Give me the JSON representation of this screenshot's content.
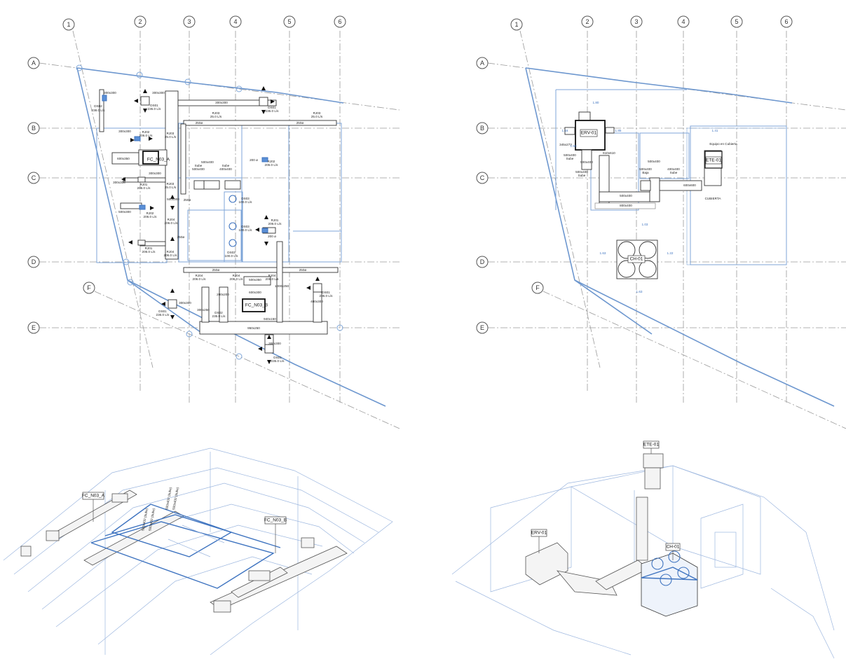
{
  "grid": {
    "columns": [
      "1",
      "2",
      "3",
      "4",
      "5",
      "6"
    ],
    "rows": [
      "A",
      "B",
      "C",
      "D",
      "F",
      "E"
    ]
  },
  "plan_left": {
    "equipment": [
      "FC_N03_A",
      "FC_N03_B"
    ],
    "diffusers": [
      {
        "id": "DS02",
        "flow": "238.0 L/s"
      },
      {
        "id": "DS01",
        "flow": "235.0 L/s"
      },
      {
        "id": "DS01",
        "flow": "235.0 L/s"
      },
      {
        "id": "DS03",
        "flow": "100.0 L/s"
      },
      {
        "id": "DS03",
        "flow": "100.0 L/s"
      },
      {
        "id": "DS03",
        "flow": "100.0 L/s"
      },
      {
        "id": "DS02",
        "flow": "235.0 L/s"
      },
      {
        "id": "DS01",
        "flow": "235.0 L/s"
      },
      {
        "id": "DS01",
        "flow": "235.0 L/s"
      },
      {
        "id": "DS01",
        "flow": "235.0 L/s"
      }
    ],
    "returns": [
      {
        "id": "RJ03",
        "flow": "25.0 L/s"
      },
      {
        "id": "RJ03",
        "flow": "25.0 L/s"
      },
      {
        "id": "RJ03",
        "flow": "25.0 L/s"
      },
      {
        "id": "RJ03",
        "flow": "25.0 L/s"
      },
      {
        "id": "RJ02",
        "flow": "206.0 L/s"
      },
      {
        "id": "RJ02",
        "flow": "206.0 L/s"
      },
      {
        "id": "RJ02",
        "flow": "206.0 L/s"
      },
      {
        "id": "RJ01",
        "flow": "206.0 L/s"
      },
      {
        "id": "RJ01",
        "flow": "206.0 L/s"
      },
      {
        "id": "RJ01",
        "flow": "206.0 L/s"
      },
      {
        "id": "RJ04",
        "flow": "206.0 L/s"
      },
      {
        "id": "RJ04",
        "flow": "206.0 L/s"
      },
      {
        "id": "RJ04",
        "flow": "206.0 L/s"
      },
      {
        "id": "RJ04",
        "flow": "206.0 L/s"
      },
      {
        "id": "RJ04",
        "flow": "206.0 L/s"
      }
    ],
    "duct_sizes": [
      "300x300",
      "300x300",
      "300x300",
      "300x300",
      "300x300",
      "500x300",
      "600x350",
      "500x350",
      "500x400",
      "500x400",
      "400x400",
      "300x300",
      "1000x250",
      "950x250",
      "600x300",
      "940x150",
      "300x250",
      "500x300",
      "400x300",
      "300x300",
      "300x300",
      "200x200"
    ],
    "duct_notes": [
      "Sube",
      "Sube",
      "250ø",
      "250ø",
      "250ø",
      "250ø",
      "250ø",
      "250ø",
      "200 ø",
      "200 ø"
    ]
  },
  "plan_right": {
    "equipment": [
      "ERV-01",
      "ETE-01",
      "CH-01"
    ],
    "sizes": [
      "345x273",
      "610x610",
      "500x400",
      "500x400",
      "500x400",
      "500x400",
      "500x400",
      "500x400",
      "400x400",
      "800x400",
      "600x600"
    ],
    "notes": [
      "Sube",
      "Sube",
      "Baja",
      "Sube",
      "Equipo en Cubierta",
      "CUBIERTA"
    ],
    "dims": [
      "1.80",
      "1.16",
      "1.85",
      "1.63",
      "1.03",
      "1.22",
      "1.63",
      "1.50",
      "1.41"
    ]
  },
  "iso_left": {
    "tags": [
      "FC_N03_A",
      "FC_N03_B"
    ],
    "notes": [
      "500x400 (Sube)",
      "500x400 (Sube)",
      "500x400 (Sube)",
      "500x400 (Sube)"
    ]
  },
  "iso_right": {
    "tags": [
      "ETE-01",
      "ERV-01",
      "CH-01"
    ]
  },
  "colors": {
    "accent_blue": "#3f74c0",
    "wall_blue": "#7fa6d8",
    "line_dark": "#111111"
  }
}
